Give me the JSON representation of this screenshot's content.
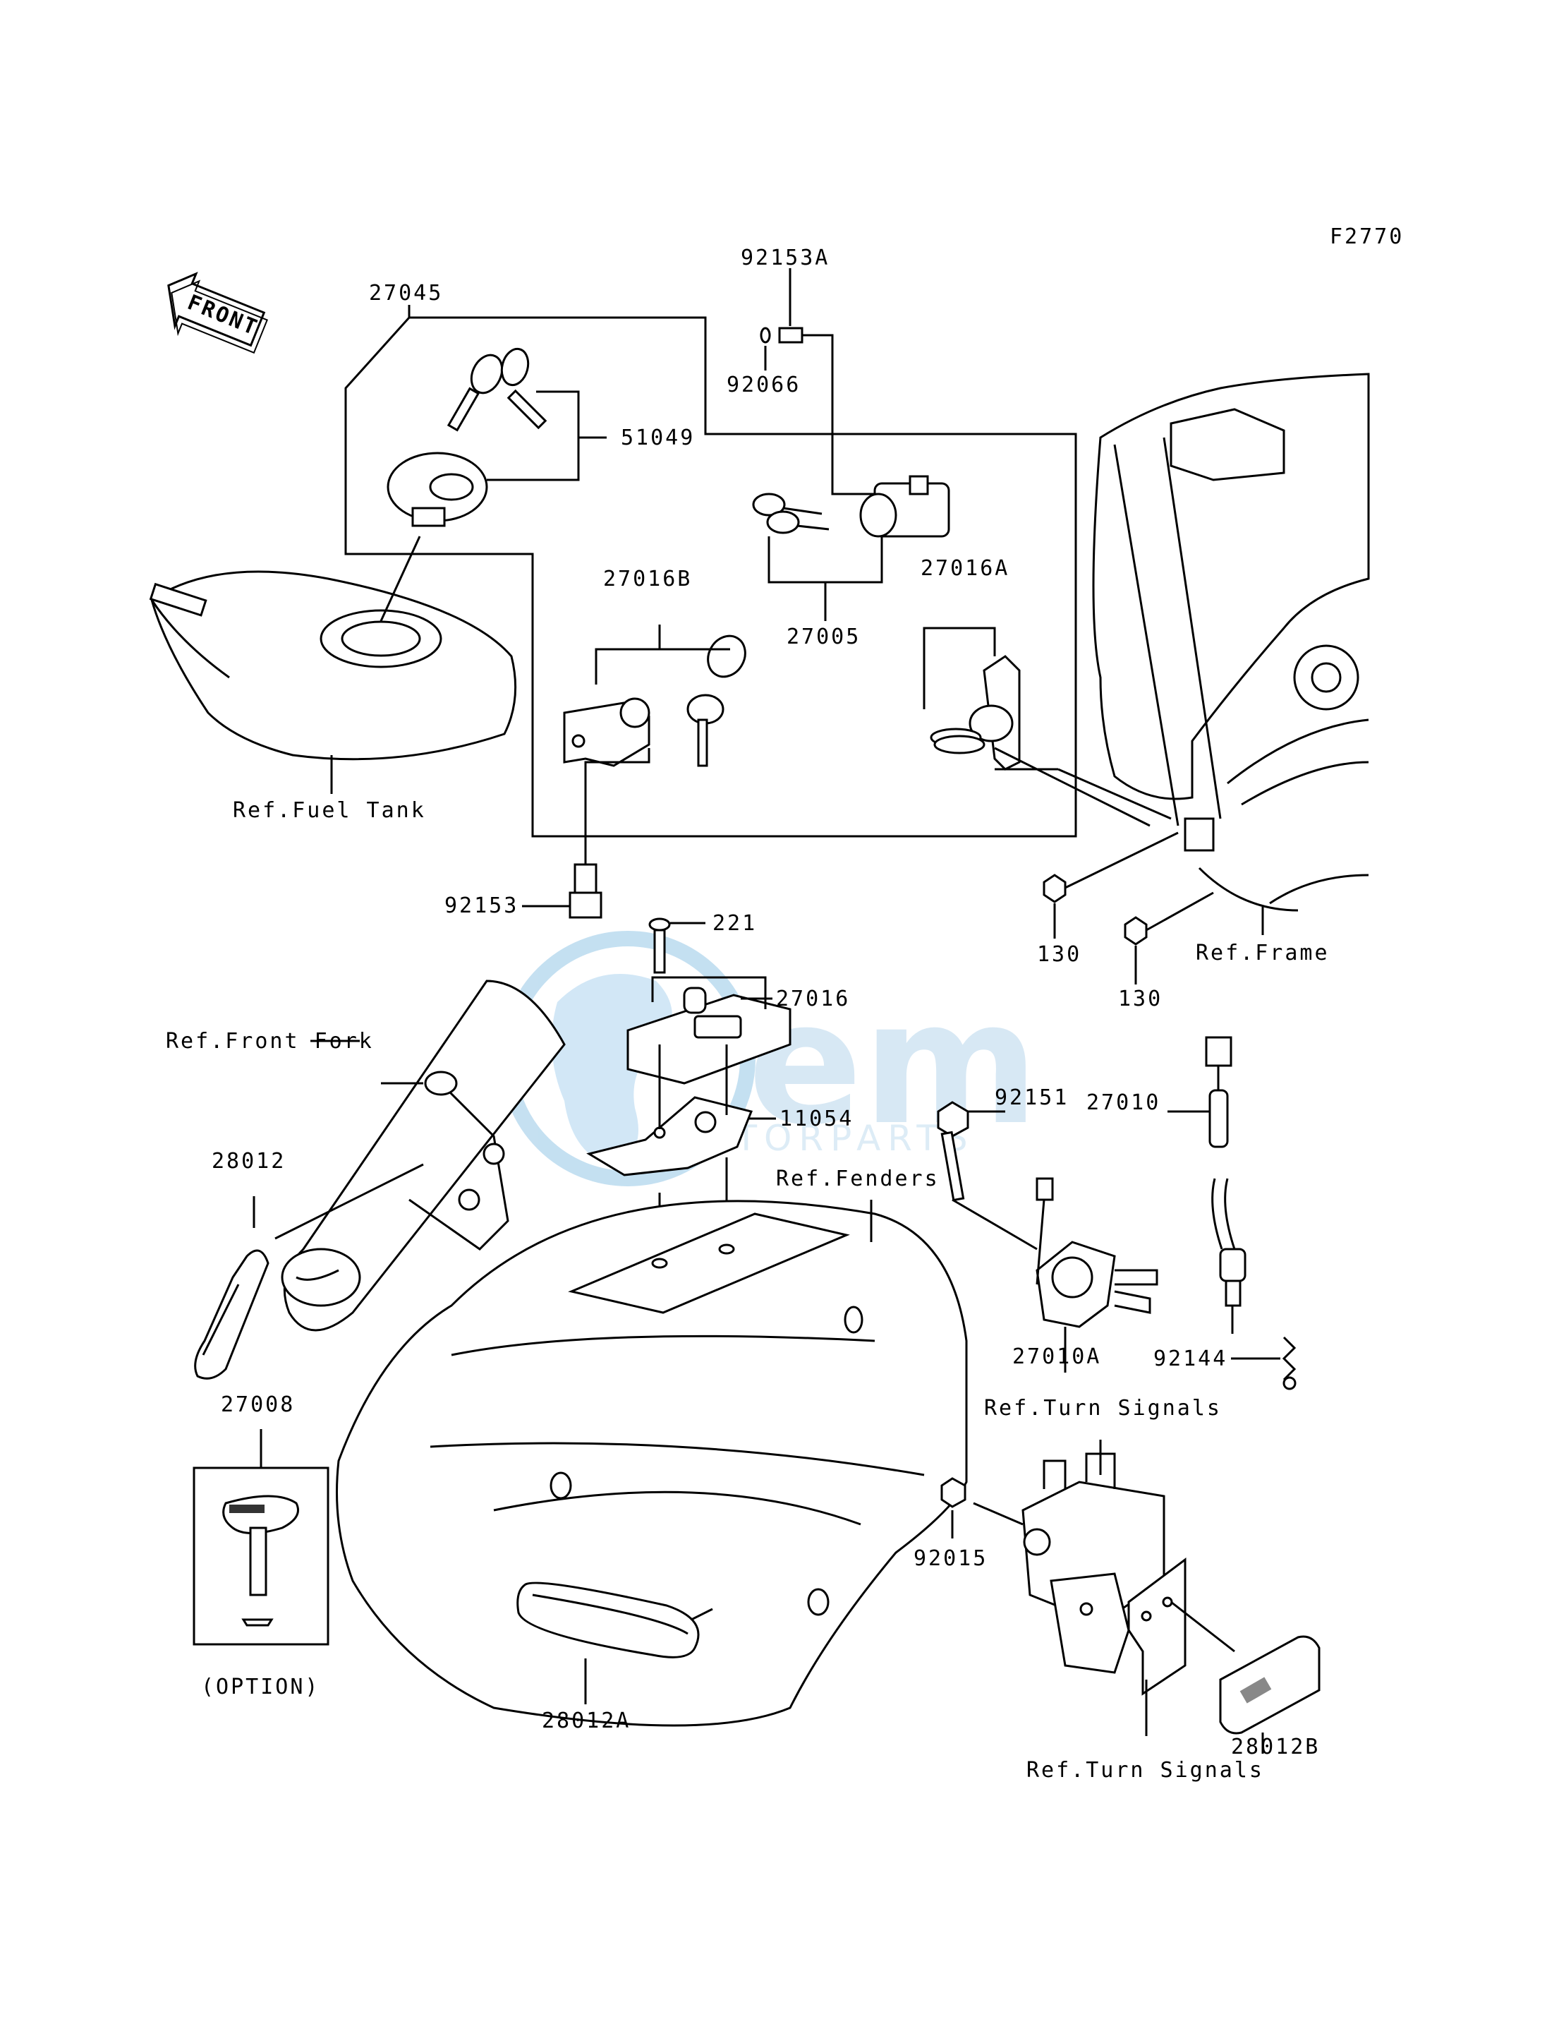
{
  "figure_code": "F2770",
  "front_label": "FRONT",
  "watermark": {
    "main": "em",
    "sub": "MOTORPARTS"
  },
  "parts": {
    "p92153A": "92153A",
    "p27045": "27045",
    "p92066": "92066",
    "p51049": "51049",
    "p27016B": "27016B",
    "p27005": "27005",
    "p27016A": "27016A",
    "p92153": "92153",
    "p221": "221",
    "p27016": "27016",
    "p130a": "130",
    "p130b": "130",
    "p92151": "92151",
    "p27010": "27010",
    "p11054": "11054",
    "p28012": "28012",
    "p27010A": "27010A",
    "p92144": "92144",
    "p27008": "27008",
    "p92015": "92015",
    "p28012A": "28012A",
    "p28012B": "28012B"
  },
  "refs": {
    "fuel_tank": "Ref.Fuel Tank",
    "frame": "Ref.Frame",
    "front_fork": "Ref.Front Fork",
    "fenders": "Ref.Fenders",
    "turn_signals_top": "Ref.Turn Signals",
    "turn_signals_bottom": "Ref.Turn Signals"
  },
  "option_label": "(OPTION)"
}
